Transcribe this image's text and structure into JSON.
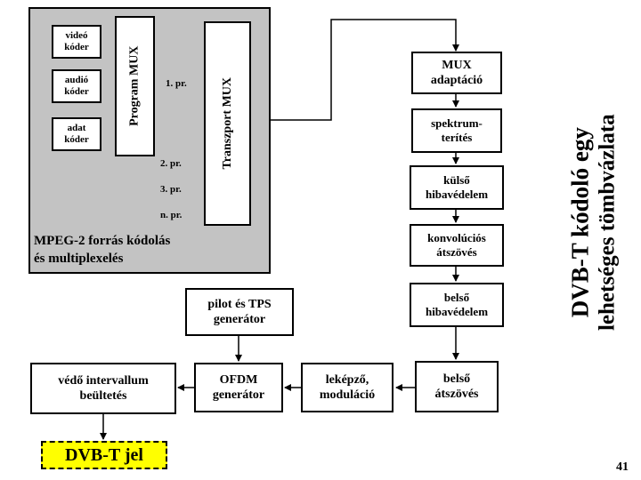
{
  "mpeg": {
    "title": "MPEG-2 forrás kódolás\nés multiplexelés",
    "coders": [
      "videó\nkóder",
      "audió\nkóder",
      "adat\nkóder"
    ],
    "program_mux": "Program MUX",
    "transport_mux": "Transzport MUX",
    "programs": [
      "1. pr.",
      "2. pr.",
      "3. pr.",
      "n. pr."
    ]
  },
  "chain": {
    "mux_adapt": "MUX\nadaptáció",
    "spread": "spektrum-\nterítés",
    "outer": "külső\nhibavédelem",
    "conv": "konvolúciós\nátszövés",
    "inner_prot": "belső\nhibavédelem",
    "inner_interleave": "belső\nátszövés",
    "mapper": "leképző,\nmoduláció",
    "ofdm": "OFDM\ngenerátor",
    "pilot": "pilot és TPS\ngenerátor",
    "guard": "védő intervallum\nbeültetés",
    "output": "DVB-T jel"
  },
  "side_title": {
    "line1": "DVB-T kódoló egy",
    "line2": "lehetséges tömbvázlata"
  },
  "page_number": "41",
  "colors": {
    "panel": "#c3c3c3",
    "output_fill": "#ffff00"
  }
}
